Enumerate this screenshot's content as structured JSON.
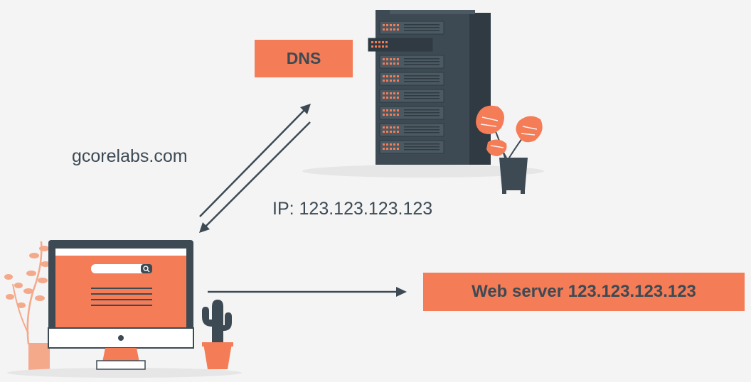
{
  "dns_label": "DNS",
  "domain_label": "gcorelabs.com",
  "ip_label": "IP: 123.123.123.123",
  "web_server_label": "Web server 123.123.123.123",
  "colors": {
    "accent": "#f47c57",
    "dark": "#3d4a54",
    "background": "#f4f4f4"
  },
  "icons": [
    "server-rack-icon",
    "monstera-plant-icon",
    "monitor-icon",
    "search-bar-icon",
    "cactus-icon",
    "fern-plant-icon"
  ]
}
